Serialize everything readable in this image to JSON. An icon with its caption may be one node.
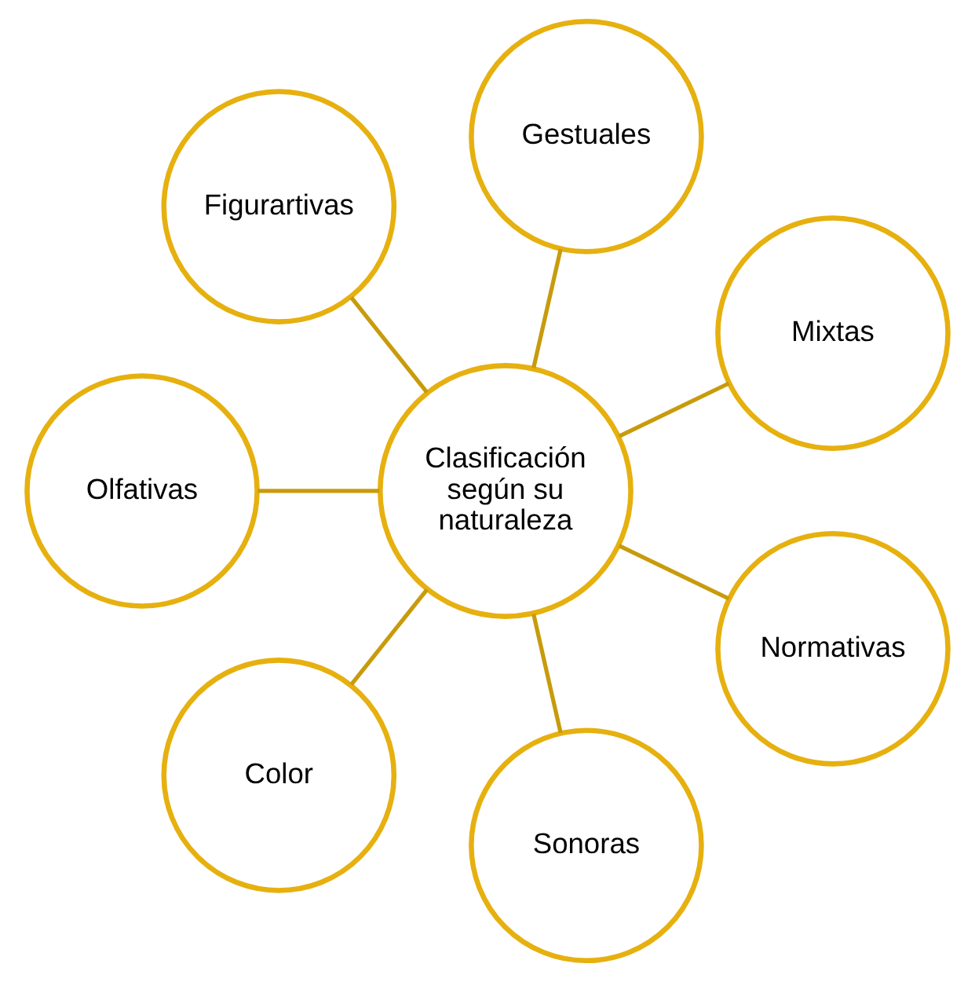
{
  "diagram": {
    "nodes": [
      {
        "text": [
          "Clasificación según su naturaleza"
        ]
      },
      {
        "text": [
          "Mixtas"
        ]
      },
      {
        "text": [
          "Gestuales"
        ]
      },
      {
        "text": [
          "Figurartivas"
        ]
      },
      {
        "text": [
          "Olfativas"
        ]
      },
      {
        "text": [
          "Color"
        ]
      },
      {
        "text": [
          "Sonoras"
        ]
      },
      {
        "text": [
          "Normativas"
        ]
      }
    ],
    "edges": [
      {
        "from": 0,
        "to": 1,
        "arrow": "none"
      },
      {
        "from": 0,
        "to": 3,
        "arrow": "none"
      },
      {
        "from": 0,
        "to": 5,
        "arrow": "none"
      },
      {
        "from": 0,
        "to": 7,
        "arrow": "none"
      },
      {
        "from": 0,
        "to": 6,
        "arrow": "none"
      },
      {
        "from": 0,
        "to": 4,
        "arrow": "none"
      },
      {
        "from": 0,
        "to": 2,
        "arrow": "none"
      }
    ]
  }
}
